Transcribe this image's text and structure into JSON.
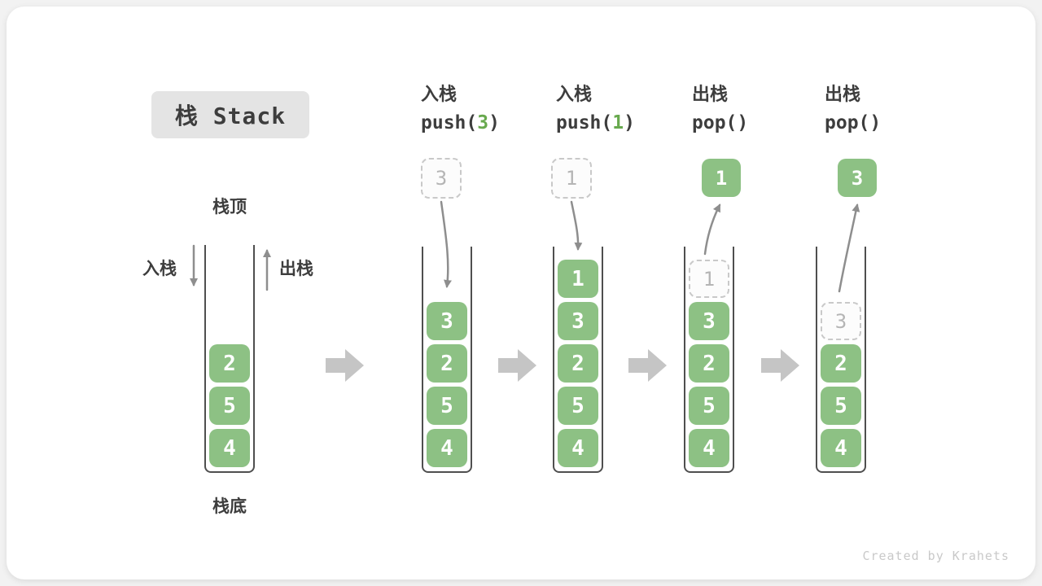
{
  "title": "栈 Stack",
  "watermark": "Created by Krahets",
  "side_labels": {
    "stack_top": "栈顶",
    "stack_bottom": "栈底",
    "push_side": "入栈",
    "pop_side": "出栈"
  },
  "colors": {
    "green": "#8dc184",
    "code-green": "#68a94e",
    "text-dark": "#3d3d3d",
    "title-bg": "#e4e4e4",
    "wall": "#4f4f4f",
    "dashed-border": "#c9c9c9",
    "dashed-text": "#b5b5b5",
    "arrow": "#8e8e8e",
    "block-arrow": "#c5c5c5"
  },
  "steps": [
    {
      "id": "initial",
      "cells": [
        {
          "v": "2"
        },
        {
          "v": "5"
        },
        {
          "v": "4"
        }
      ]
    },
    {
      "id": "push-3",
      "label": "入栈",
      "code_pre": "push(",
      "code_arg": "3",
      "code_post": ")",
      "floating": {
        "v": "3",
        "style": "dashed"
      },
      "arrow": "down",
      "cells": [
        {
          "v": "3"
        },
        {
          "v": "2"
        },
        {
          "v": "5"
        },
        {
          "v": "4"
        }
      ]
    },
    {
      "id": "push-1",
      "label": "入栈",
      "code_pre": "push(",
      "code_arg": "1",
      "code_post": ")",
      "floating": {
        "v": "1",
        "style": "dashed"
      },
      "arrow": "down",
      "cells": [
        {
          "v": "1"
        },
        {
          "v": "3"
        },
        {
          "v": "2"
        },
        {
          "v": "5"
        },
        {
          "v": "4"
        }
      ]
    },
    {
      "id": "pop-1",
      "label": "出栈",
      "code_pre": "pop(",
      "code_arg": "",
      "code_post": ")",
      "floating": {
        "v": "1",
        "style": "solid"
      },
      "arrow": "up",
      "cells": [
        {
          "v": "1",
          "style": "dashed"
        },
        {
          "v": "3"
        },
        {
          "v": "2"
        },
        {
          "v": "5"
        },
        {
          "v": "4"
        }
      ]
    },
    {
      "id": "pop-3",
      "label": "出栈",
      "code_pre": "pop(",
      "code_arg": "",
      "code_post": ")",
      "floating": {
        "v": "3",
        "style": "solid"
      },
      "arrow": "up",
      "cells": [
        {
          "v": "3",
          "style": "dashed"
        },
        {
          "v": "2"
        },
        {
          "v": "5"
        },
        {
          "v": "4"
        }
      ]
    }
  ]
}
